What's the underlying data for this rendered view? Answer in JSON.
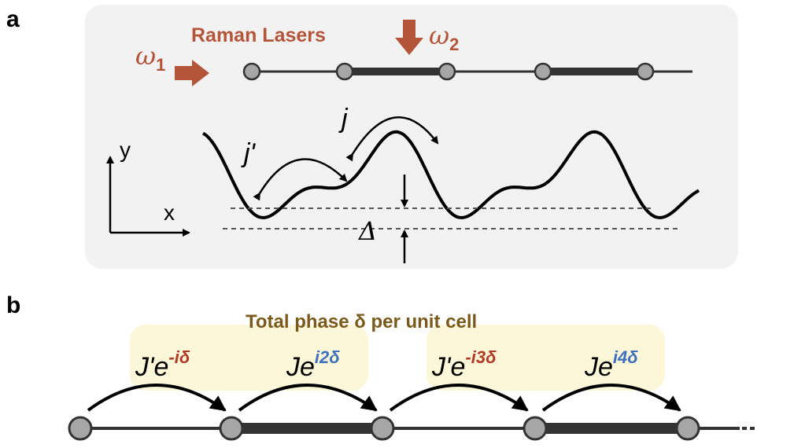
{
  "panel_a": {
    "label": "a",
    "laser_title": "Raman Lasers",
    "omega1_symbol": "ω",
    "omega1_sub": "1",
    "omega2_symbol": "ω",
    "omega2_sub": "2",
    "axis_y": "y",
    "axis_x": "x",
    "hop_j": "j",
    "hop_jprime": "j'",
    "offset_label": "Δ"
  },
  "panel_b": {
    "label": "b",
    "title": "Total phase δ per unit cell",
    "couplings": [
      {
        "base": "J'e",
        "exp": "-iδ",
        "color": "red"
      },
      {
        "base": "Je",
        "exp": "i2δ",
        "color": "blue"
      },
      {
        "base": "J'e",
        "exp": "-i3δ",
        "color": "red"
      },
      {
        "base": "Je",
        "exp": "i4δ",
        "color": "blue"
      }
    ]
  },
  "colors": {
    "laser": "#b4553a",
    "panel_bg": "#f2f2f2",
    "highlight": "#fbf7d8",
    "site_fill": "#a6a6a6",
    "bond": "#333333",
    "exp_red": "#b03a26",
    "exp_blue": "#3f6fbf"
  }
}
